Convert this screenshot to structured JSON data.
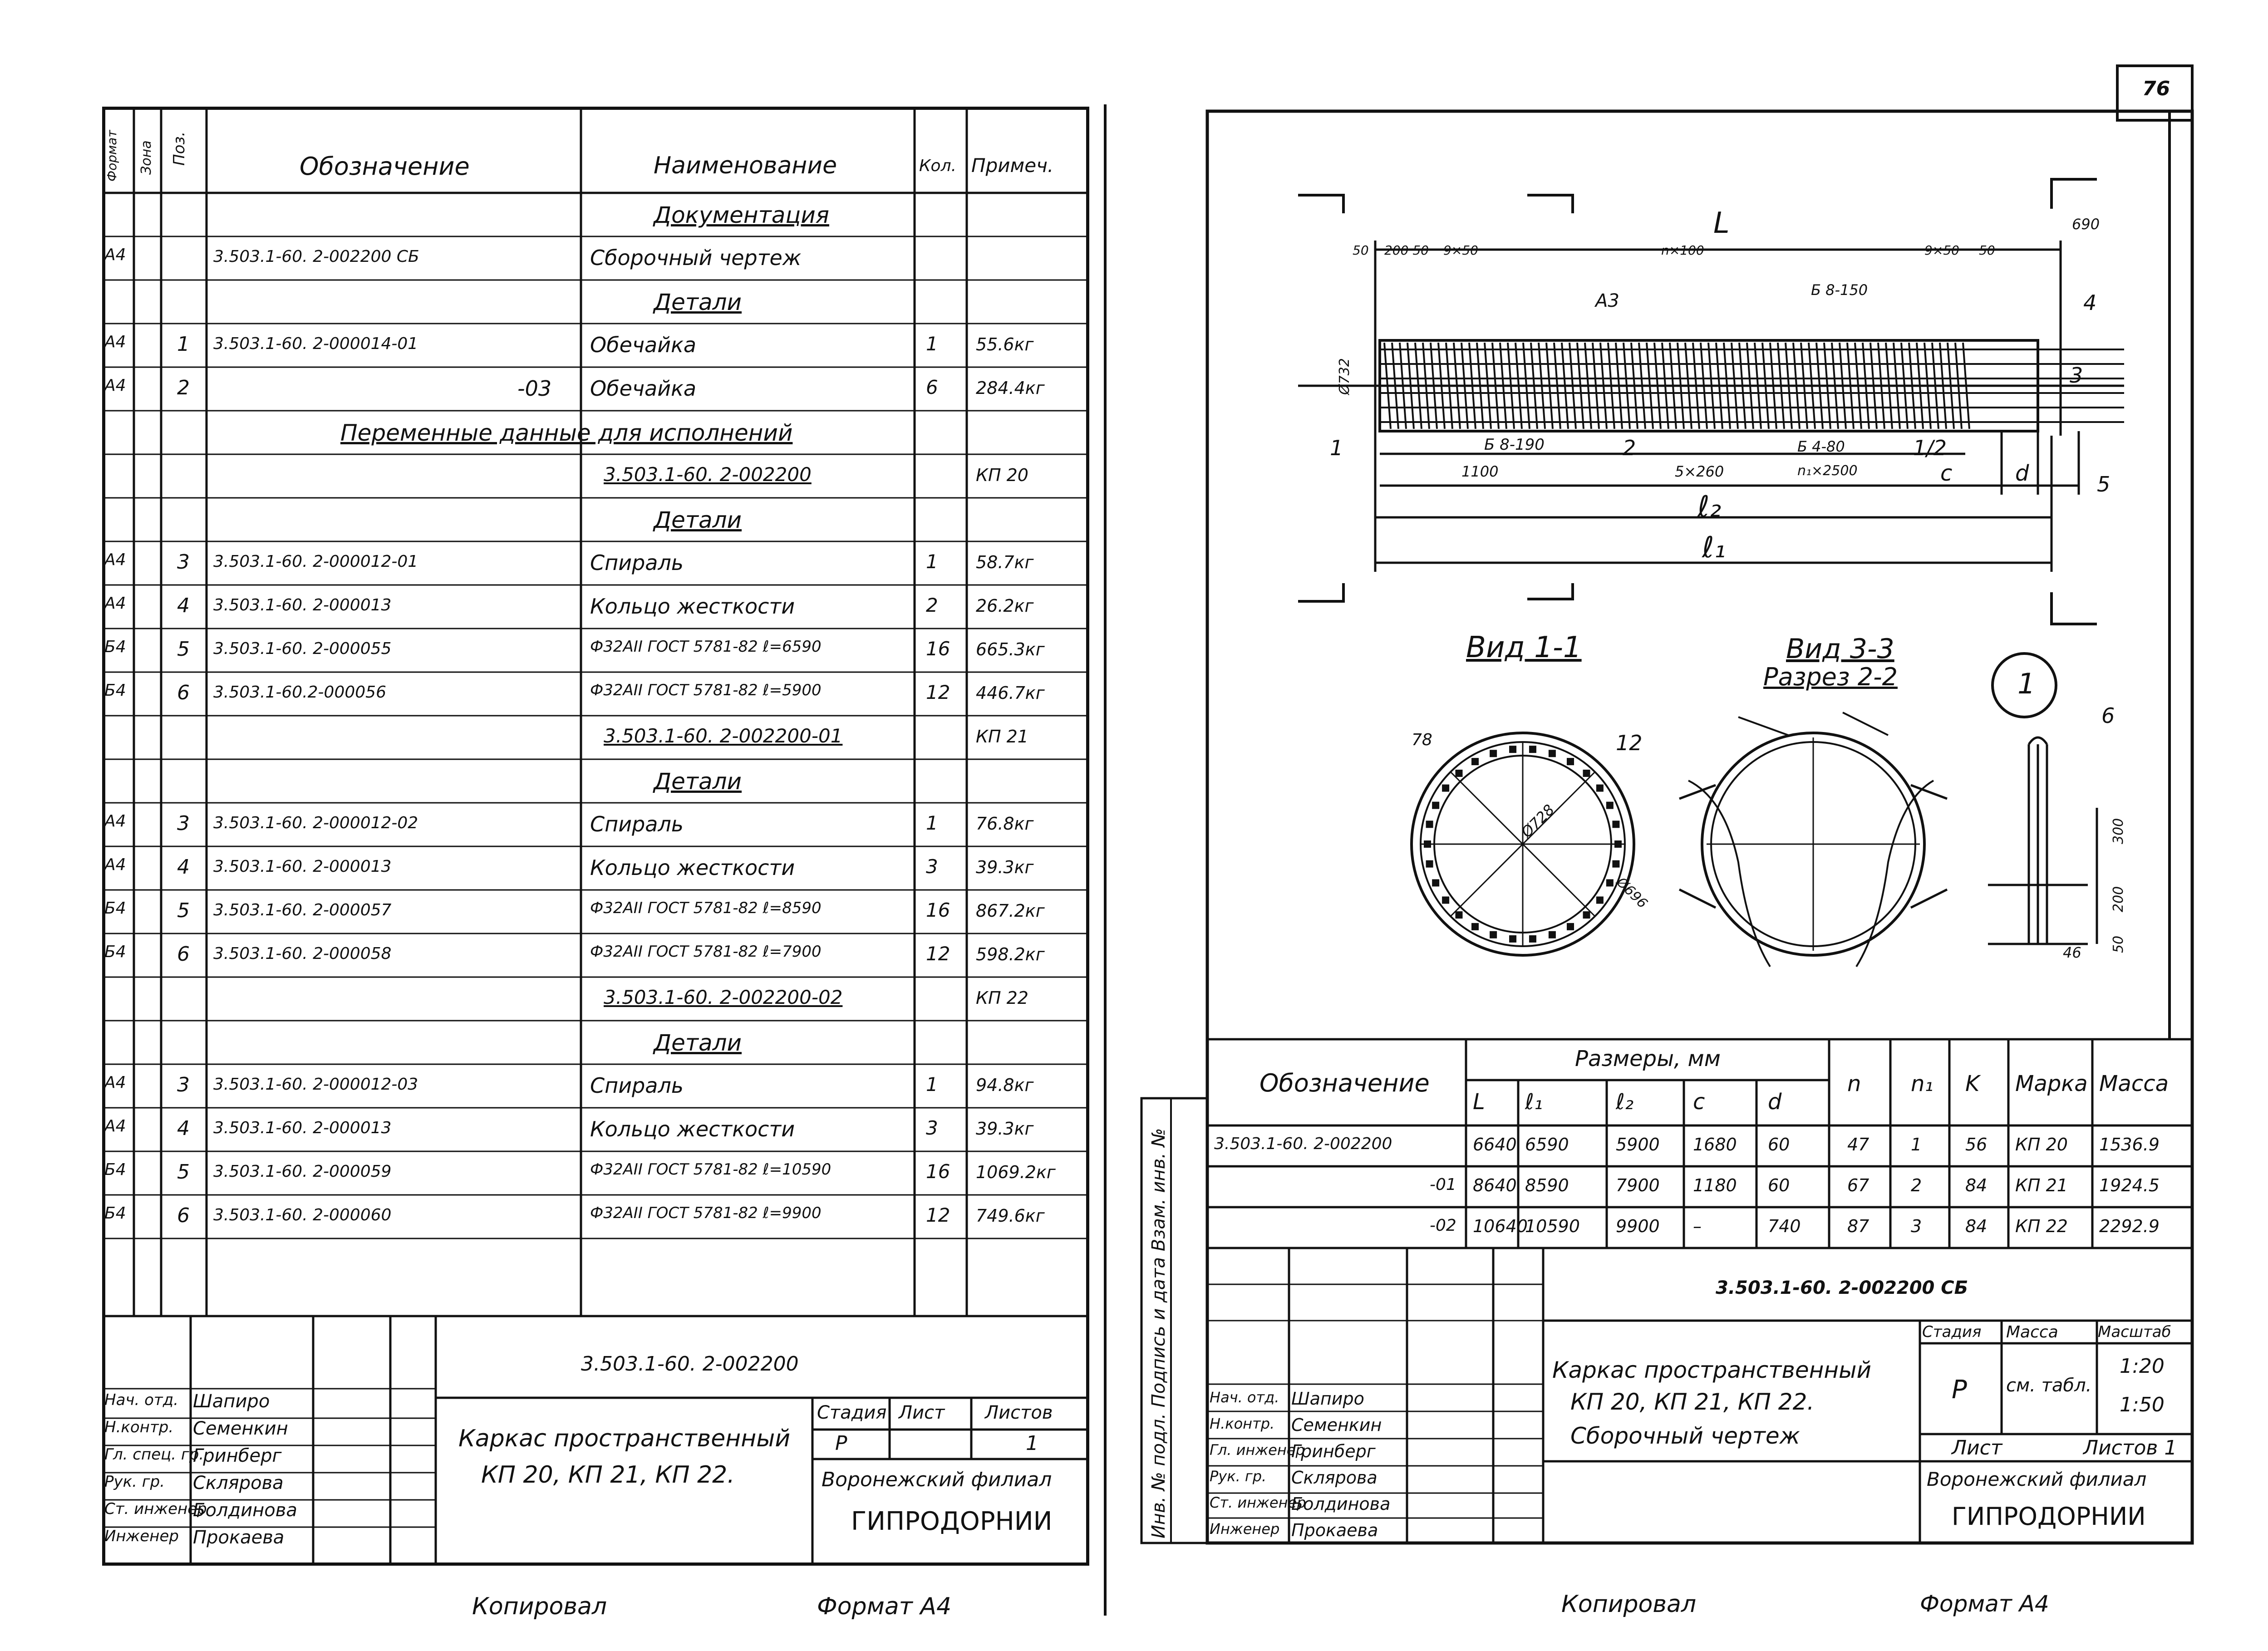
{
  "page_number": "76",
  "left_sheet": {
    "header": {
      "format": "Формат",
      "zone": "Зона",
      "pos": "Поз.",
      "designation": "Обозначение",
      "name": "Наименование",
      "qty": "Кол.",
      "note": "Примеч."
    },
    "rows": [
      {
        "format": "",
        "pos": "",
        "designation": "",
        "name": "Документация",
        "qty": "",
        "note": "",
        "heading": true
      },
      {
        "format": "А4",
        "pos": "",
        "designation": "3.503.1-60. 2-002200 СБ",
        "name": "Сборочный чертеж",
        "qty": "",
        "note": ""
      },
      {
        "format": "",
        "pos": "",
        "designation": "",
        "name": "Детали",
        "qty": "",
        "note": "",
        "heading": true
      },
      {
        "format": "А4",
        "pos": "1",
        "designation": "3.503.1-60. 2-000014-01",
        "name": "Обечайка",
        "qty": "1",
        "note": "55.6кг"
      },
      {
        "format": "А4",
        "pos": "2",
        "designation": "-03",
        "name": "Обечайка",
        "qty": "6",
        "note": "284.4кг"
      },
      {
        "format": "",
        "pos": "",
        "designation": "Переменные данные для исполнений",
        "name": "",
        "qty": "",
        "note": "",
        "heading": true,
        "wide": true
      },
      {
        "format": "",
        "pos": "",
        "designation": "",
        "name": "3.503.1-60. 2-002200",
        "qty": "",
        "note": "КП 20",
        "underline": true
      },
      {
        "format": "",
        "pos": "",
        "designation": "",
        "name": "Детали",
        "qty": "",
        "note": "",
        "heading": true
      },
      {
        "format": "А4",
        "pos": "3",
        "designation": "3.503.1-60. 2-000012-01",
        "name": "Спираль",
        "qty": "1",
        "note": "58.7кг"
      },
      {
        "format": "А4",
        "pos": "4",
        "designation": "3.503.1-60. 2-000013",
        "name": "Кольцо жесткости",
        "qty": "2",
        "note": "26.2кг"
      },
      {
        "format": "Б4",
        "pos": "5",
        "designation": "3.503.1-60. 2-000055",
        "name": "Ф32АII ГОСТ 5781-82 ℓ=6590",
        "qty": "16",
        "note": "665.3кг"
      },
      {
        "format": "Б4",
        "pos": "6",
        "designation": "3.503.1-60.2-000056",
        "name": "Ф32АII ГОСТ 5781-82 ℓ=5900",
        "qty": "12",
        "note": "446.7кг"
      },
      {
        "format": "",
        "pos": "",
        "designation": "",
        "name": "3.503.1-60. 2-002200-01",
        "qty": "",
        "note": "КП 21",
        "underline": true
      },
      {
        "format": "",
        "pos": "",
        "designation": "",
        "name": "Детали",
        "qty": "",
        "note": "",
        "heading": true
      },
      {
        "format": "А4",
        "pos": "3",
        "designation": "3.503.1-60. 2-000012-02",
        "name": "Спираль",
        "qty": "1",
        "note": "76.8кг"
      },
      {
        "format": "А4",
        "pos": "4",
        "designation": "3.503.1-60. 2-000013",
        "name": "Кольцо жесткости",
        "qty": "3",
        "note": "39.3кг"
      },
      {
        "format": "Б4",
        "pos": "5",
        "designation": "3.503.1-60. 2-000057",
        "name": "Ф32АII ГОСТ 5781-82 ℓ=8590",
        "qty": "16",
        "note": "867.2кг"
      },
      {
        "format": "Б4",
        "pos": "6",
        "designation": "3.503.1-60. 2-000058",
        "name": "Ф32АII ГОСТ 5781-82 ℓ=7900",
        "qty": "12",
        "note": "598.2кг"
      },
      {
        "format": "",
        "pos": "",
        "designation": "",
        "name": "3.503.1-60. 2-002200-02",
        "qty": "",
        "note": "КП 22",
        "underline": true
      },
      {
        "format": "",
        "pos": "",
        "designation": "",
        "name": "Детали",
        "qty": "",
        "note": "",
        "heading": true
      },
      {
        "format": "А4",
        "pos": "3",
        "designation": "3.503.1-60. 2-000012-03",
        "name": "Спираль",
        "qty": "1",
        "note": "94.8кг"
      },
      {
        "format": "А4",
        "pos": "4",
        "designation": "3.503.1-60. 2-000013",
        "name": "Кольцо жесткости",
        "qty": "3",
        "note": "39.3кг"
      },
      {
        "format": "Б4",
        "pos": "5",
        "designation": "3.503.1-60. 2-000059",
        "name": "Ф32АII ГОСТ 5781-82 ℓ=10590",
        "qty": "16",
        "note": "1069.2кг"
      },
      {
        "format": "Б4",
        "pos": "6",
        "designation": "3.503.1-60. 2-000060",
        "name": "Ф32АII ГОСТ 5781-82 ℓ=9900",
        "qty": "12",
        "note": "749.6кг"
      }
    ],
    "title_block": {
      "code": "3.503.1-60. 2-002200",
      "title_line1": "Каркас пространственный",
      "title_line2": "КП 20, КП 21, КП 22.",
      "stage_label": "Стадия",
      "sheet_label": "Лист",
      "sheets_label": "Листов",
      "stage": "Р",
      "sheets": "1",
      "org_line1": "Воронежский филиал",
      "org_line2": "ГИПРОДОРНИИ",
      "people": [
        {
          "role": "Нач. отд.",
          "name": "Шапиро"
        },
        {
          "role": "Н.контр.",
          "name": "Семенкин"
        },
        {
          "role": "Гл. спец. гр.",
          "name": "Гринберг"
        },
        {
          "role": "Рук. гр.",
          "name": "Склярова"
        },
        {
          "role": "Ст. инженер",
          "name": "Болдинова"
        },
        {
          "role": "Инженер",
          "name": "Прокаева"
        }
      ]
    },
    "footer_copied": "Копировал",
    "footer_format": "Формат А4"
  },
  "right_sheet": {
    "drawing_labels": {
      "L": "L",
      "l1": "ℓ₁",
      "l2": "ℓ₂",
      "dim_690": "690",
      "top_dims": [
        "50",
        "200 50",
        "9×50",
        "n×100",
        "9×50",
        "50"
      ],
      "pitch_a": "A3",
      "pitch_b": "Б 8-150",
      "pitch_c": "Б 8-190",
      "pitch_d": "Б 4-80",
      "dim_1100": "1100",
      "dim_5x260": "5×260",
      "dim_n1": "n₁×2500",
      "dim_c": "c",
      "dim_d": "d",
      "dia_732": "Ø732",
      "view_1": "Вид 1-1",
      "view_3": "Вид 3-3",
      "section_2": "Разрез 2-2",
      "callout_1": "1",
      "dim_78": "78",
      "dia_728": "Ø728",
      "dia_696": "Ø696",
      "dim_300": "300",
      "dim_200": "200",
      "dim_50": "50",
      "dim_46": "46",
      "marks": [
        "1",
        "2",
        "3",
        "4",
        "5",
        "6",
        "12",
        "1/2"
      ]
    },
    "table": {
      "designation_header": "Обозначение",
      "sizes_header": "Размеры, мм",
      "columns": [
        "L",
        "ℓ₁",
        "ℓ₂",
        "c",
        "d",
        "n",
        "n₁",
        "K",
        "Марка",
        "Масса"
      ],
      "rows": [
        {
          "designation": "3.503.1-60. 2-002200",
          "values": [
            "6640",
            "6590",
            "5900",
            "1680",
            "60",
            "47",
            "1",
            "56",
            "КП 20",
            "1536.9"
          ]
        },
        {
          "designation": "-01",
          "values": [
            "8640",
            "8590",
            "7900",
            "1180",
            "60",
            "67",
            "2",
            "84",
            "КП 21",
            "1924.5"
          ]
        },
        {
          "designation": "-02",
          "values": [
            "10640",
            "10590",
            "9900",
            "–",
            "740",
            "87",
            "3",
            "84",
            "КП 22",
            "2292.9"
          ]
        }
      ]
    },
    "side_labels": "Инв. № подл. Подпись и дата Взам. инв. №",
    "title_block": {
      "code": "3.503.1-60. 2-002200 СБ",
      "title_line1": "Каркас пространственный",
      "title_line2": "КП 20, КП 21, КП 22.",
      "title_line3": "Сборочный чертеж",
      "stage_label": "Стадия",
      "mass_label": "Масса",
      "scale_label": "Масштаб",
      "stage": "Р",
      "mass": "см. табл.",
      "scale1": "1:20",
      "scale2": "1:50",
      "sheet_label": "Лист",
      "sheets_label": "Листов 1",
      "org_line1": "Воронежский филиал",
      "org_line2": "ГИПРОДОРНИИ",
      "people": [
        {
          "role": "Нач. отд.",
          "name": "Шапиро"
        },
        {
          "role": "Н.контр.",
          "name": "Семенкин"
        },
        {
          "role": "Гл. инженер",
          "name": "Гринберг"
        },
        {
          "role": "Рук. гр.",
          "name": "Склярова"
        },
        {
          "role": "Ст. инженер",
          "name": "Болдинова"
        },
        {
          "role": "Инженер",
          "name": "Прокаева"
        }
      ]
    },
    "footer_copied": "Копировал",
    "footer_format": "Формат А4"
  }
}
